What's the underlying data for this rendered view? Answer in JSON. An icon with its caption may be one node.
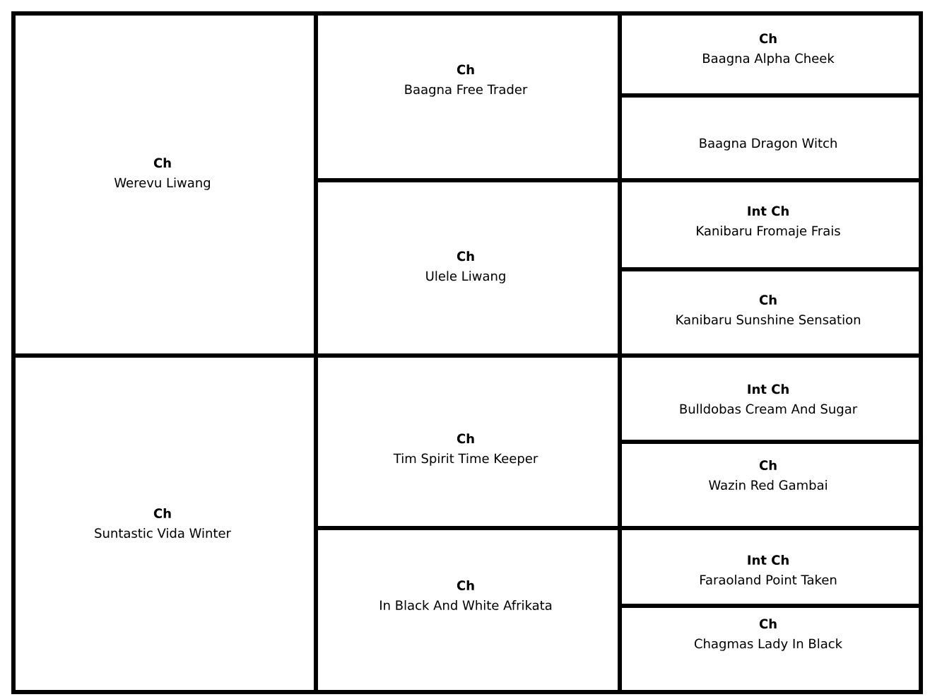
{
  "diagram": {
    "nodes": [
      {
        "text": [
          "Ch",
          "Werevu Liwang"
        ]
      },
      {
        "text": [
          "Ch",
          "Baagna Free Trader"
        ]
      },
      {
        "text": [
          "Ch",
          "Baagna Alpha Cheek"
        ]
      },
      {
        "text": [
          "Baagna Dragon Witch"
        ]
      },
      {
        "text": [
          "Ch",
          "Ulele Liwang"
        ]
      },
      {
        "text": [
          "Int Ch",
          "Kanibaru Fromaje Frais"
        ]
      },
      {
        "text": [
          "Ch",
          "Kanibaru Sunshine Sensation"
        ]
      },
      {
        "text": [
          "Ch",
          "Suntastic Vida Winter"
        ]
      },
      {
        "text": [
          "Ch",
          "Tim Spirit Time Keeper"
        ]
      },
      {
        "text": [
          "Int Ch",
          "Bulldobas Cream And Sugar"
        ]
      },
      {
        "text": [
          "Ch",
          "Wazin Red Gambai"
        ]
      },
      {
        "text": [
          "Ch",
          "In Black And White Afrikata"
        ]
      },
      {
        "text": [
          "Int Ch",
          "Faraoland Point Taken"
        ]
      },
      {
        "text": [
          "Ch",
          "Chagmas Lady In Black"
        ]
      }
    ]
  }
}
